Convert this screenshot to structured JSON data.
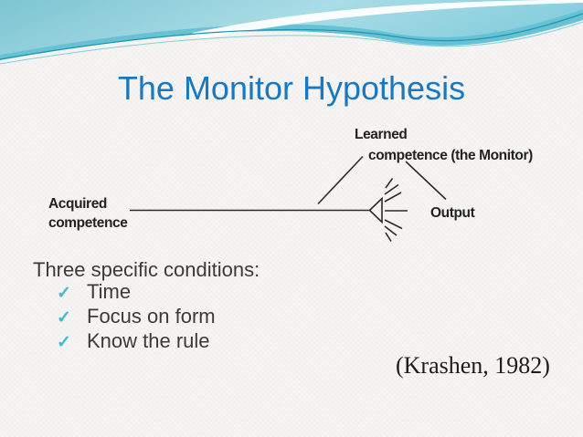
{
  "slide": {
    "title": "The Monitor Hypothesis",
    "conditions_heading": "Three specific conditions:",
    "conditions": [
      "Time",
      "Focus on form",
      "Know the rule"
    ],
    "citation": "(Krashen, 1982)"
  },
  "diagram": {
    "acquired_line1": "Acquired",
    "acquired_line2": "competence",
    "learned_line1": "Learned",
    "learned_line2": "competence (the Monitor)",
    "output_label": "Output"
  },
  "icons": {
    "check": "✓"
  },
  "colors": {
    "title_blue": "#1878c1",
    "check_teal": "#3bbdcf",
    "body_text": "#3a3a3a",
    "diagram_ink": "#2b2b2b",
    "header_teal_light": "#7cc5d2",
    "header_teal_band": "#4db9cf",
    "header_line_teal": "#1f96ae"
  }
}
